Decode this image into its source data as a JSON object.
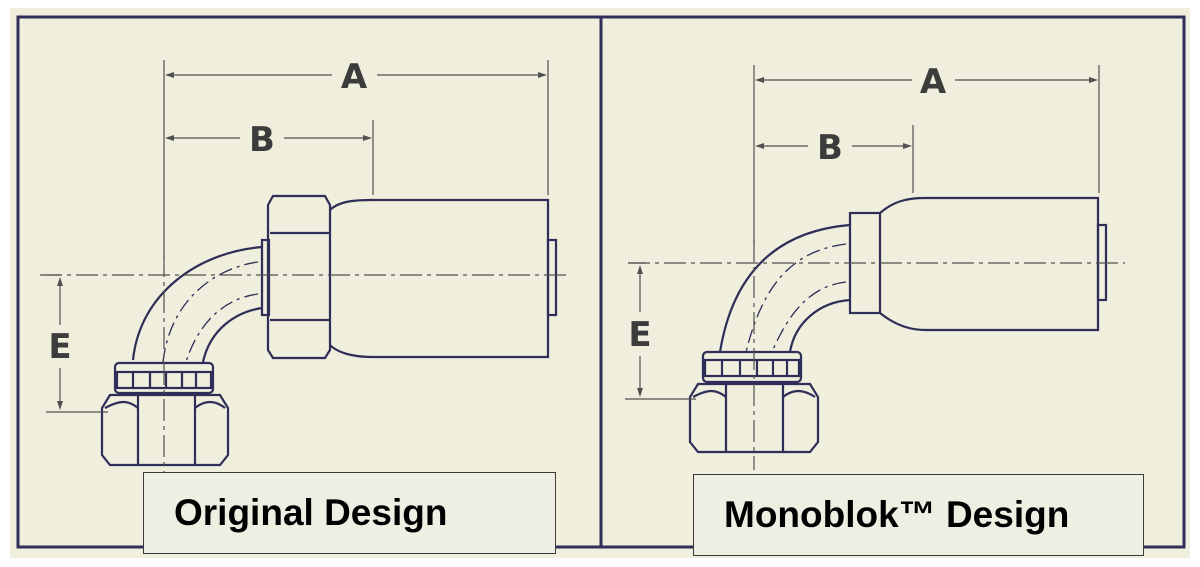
{
  "panels": {
    "left": {
      "caption": "Original Design",
      "dim_a": "A",
      "dim_b": "B",
      "dim_e": "E"
    },
    "right": {
      "caption": "Monoblok™ Design",
      "dim_a": "A",
      "dim_b": "B",
      "dim_e": "E"
    }
  },
  "colors": {
    "background": "#f0eedc",
    "outline": "#2e2e58",
    "dimension": "#505050",
    "caption_fill": "#efeee3"
  }
}
